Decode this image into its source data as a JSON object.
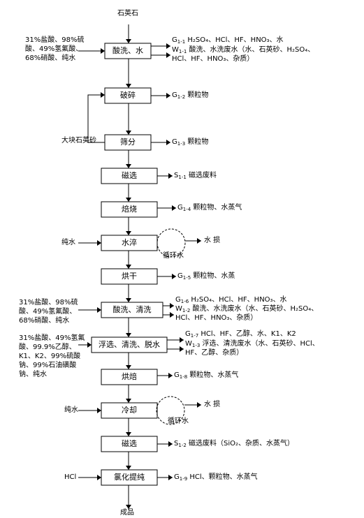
{
  "input_top": "石英石",
  "output_bottom": "成品",
  "steps": [
    {
      "label": "酸洗、水"
    },
    {
      "label": "破碎"
    },
    {
      "label": "筛分"
    },
    {
      "label": "磁选"
    },
    {
      "label": "焙烧"
    },
    {
      "label": "水淬"
    },
    {
      "label": "烘干"
    },
    {
      "label": "酸洗、清洗"
    },
    {
      "label": "浮选、清洗、脱水"
    },
    {
      "label": "烘焙"
    },
    {
      "label": "冷却"
    },
    {
      "label": "磁选"
    },
    {
      "label": "氯化提纯"
    }
  ],
  "inputs": {
    "acid_wash_1": [
      "31%盐酸、98%硫",
      "酸、49%氢氟酸、",
      "68%硝酸、纯水"
    ],
    "coarse_quartz_return": "大块石英砂",
    "quench_water": "纯水",
    "acid_wash_2": [
      "31%盐酸、98%硫",
      "酸、49%氢氟酸、",
      "68%硝酸、纯水"
    ],
    "flotation": [
      "31%盐酸、49%氢氟",
      "酸、99.9%乙醇、",
      "K1、K2、99%硫酸",
      "钠、99%石油磺酸",
      "钠、纯水"
    ],
    "cooling_water": "纯水",
    "chlorination": "HCl"
  },
  "emissions": {
    "g1_1": {
      "code": "G",
      "sub": "1-1",
      "text": " H₂SO₄、HCl、HF、HNO₃、水"
    },
    "w1_1": {
      "code": "W",
      "sub": "1-1",
      "lines": [
        " 酸洗、水洗废水（水、石英砂、H₂SO₄、",
        "HCl、HF、HNO₃、杂质）"
      ]
    },
    "g1_2": {
      "code": "G",
      "sub": "1-2",
      "text": " 颗粒物"
    },
    "g1_3": {
      "code": "G",
      "sub": "1-3",
      "text": " 颗粒物"
    },
    "s1_1": {
      "code": "S",
      "sub": "1-1",
      "text": " 磁选废料"
    },
    "g1_4": {
      "code": "G",
      "sub": "1-4",
      "text": " 颗粒物、水蒸气"
    },
    "water_loss_1": "水   损",
    "recycle_1": "循环水",
    "g1_5": {
      "code": "G",
      "sub": "1-5",
      "text": " 颗粒物、水蒸"
    },
    "g1_6": {
      "code": "G",
      "sub": "1-6",
      "text": " H₂SO₄、HCl、HF、HNO₃、水"
    },
    "w1_2": {
      "code": "W",
      "sub": "1-2",
      "lines": [
        " 酸洗、水洗废水（水、石英砂、H₂SO₄、",
        "HCl、HF、HNO₃、杂质）"
      ]
    },
    "g1_7": {
      "code": "G",
      "sub": "1-7",
      "text": " HCl、HF、乙醇、水、K1、K2"
    },
    "w1_3": {
      "code": "W",
      "sub": "1-3",
      "lines": [
        " 浮选、清洗废水（水、石英砂、HCl、",
        "HF、乙醇、杂质）"
      ]
    },
    "g1_8": {
      "code": "G",
      "sub": "1-8",
      "text": " 颗粒物、水蒸气"
    },
    "water_loss_2": "水   损",
    "recycle_2": "循环水",
    "s1_2": {
      "code": "S",
      "sub": "1-2",
      "text": " 磁选废料（SiO₂、杂质、水蒸气）"
    },
    "g1_9": {
      "code": "G",
      "sub": "1-9",
      "text": " HCl、颗粒物、水蒸气"
    }
  }
}
